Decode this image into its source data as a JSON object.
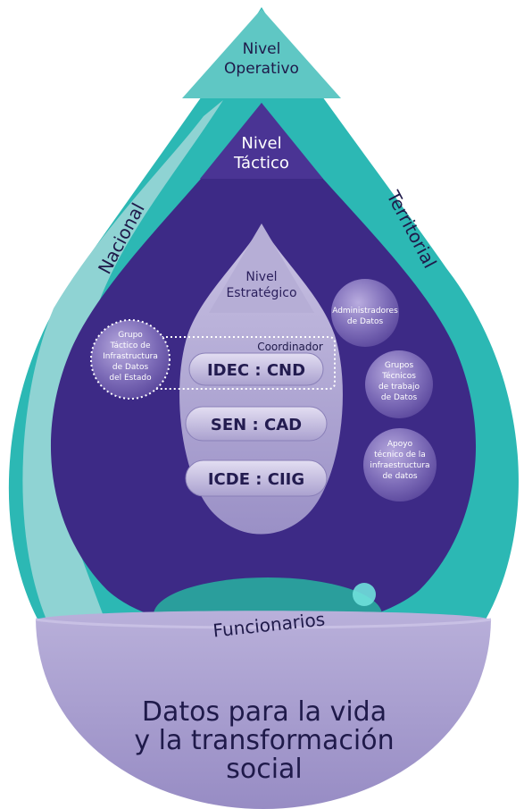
{
  "levels": {
    "operativo_1": "Nivel",
    "operativo_2": "Operativo",
    "tactico_1": "Nivel",
    "tactico_2": "Táctico",
    "estrategico_1": "Nivel",
    "estrategico_2": "Estratégico"
  },
  "sides": {
    "left": "Nacional",
    "right": "Territorial"
  },
  "coordinator_label": "Coordinador",
  "pills": [
    "IDEC : CND",
    "SEN : CAD",
    "ICDE : CIIG"
  ],
  "left_bubble": [
    "Grupo",
    "Táctico de",
    "Infrastructura",
    "de Datos",
    "del Estado"
  ],
  "right_bubbles": [
    [
      "Administradores",
      "de Datos"
    ],
    [
      "Grupos",
      "Técnicos",
      "de trabajo",
      "de Datos"
    ],
    [
      "Apoyo",
      "técnico de la",
      "infraestructura",
      "de datos"
    ]
  ],
  "funcionarios": "Funcionarios",
  "bowl_text": [
    "Datos para la vida",
    "y la transformación",
    "social"
  ],
  "colors": {
    "teal_outer": "#2cb8b4",
    "teal_light": "#8fd3d3",
    "purple_deep": "#3d2a86",
    "purple_mid": "#4a3494",
    "lavender": "#b6aed6",
    "bowl": "#a59bcd"
  }
}
